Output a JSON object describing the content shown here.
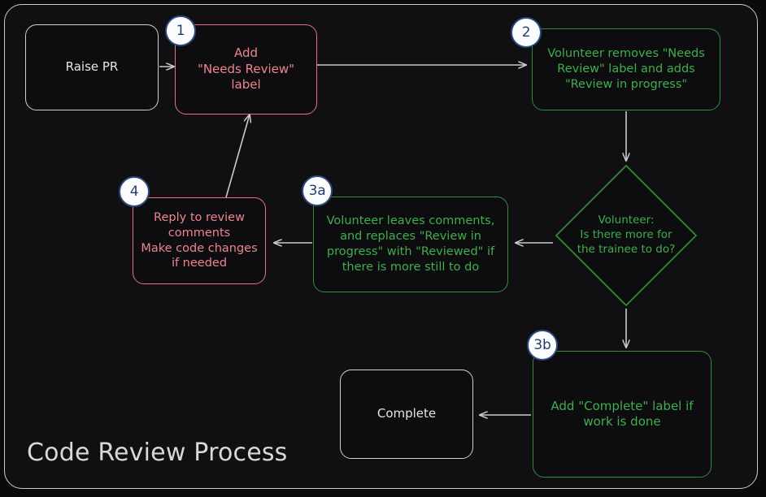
{
  "diagram": {
    "title": "Code Review Process",
    "type": "flowchart",
    "colors": {
      "background": "#0a0a0c",
      "frame_border": "#c9cbcd",
      "neutral": "#cfd1d3",
      "red": "#e8707e",
      "green": "#2f8f3c",
      "badge_fill": "#fbfcfe",
      "badge_border": "#2a4a7f",
      "badge_text": "#243f6e",
      "edge": "#c8cacc"
    },
    "nodes": [
      {
        "id": "raise-pr",
        "label": "Raise PR",
        "shape": "rounded-rect",
        "color": "neutral",
        "badge": null
      },
      {
        "id": "add-needs-review-label",
        "label": "Add\n\"Needs Review\"\nlabel",
        "shape": "rounded-rect",
        "color": "red",
        "badge": "1"
      },
      {
        "id": "volunteer-swaps-labels",
        "label": "Volunteer removes \"Needs Review\" label and adds \"Review in progress\"",
        "shape": "rounded-rect",
        "color": "green",
        "badge": "2"
      },
      {
        "id": "volunteer-decision",
        "label": "Volunteer:\nIs there more for\nthe trainee to do?",
        "shape": "diamond",
        "color": "green",
        "badge": null
      },
      {
        "id": "volunteer-leaves-comments",
        "label": "Volunteer leaves comments, and replaces \"Review in progress\" with \"Reviewed\" if there is more still to do",
        "shape": "rounded-rect",
        "color": "green",
        "badge": "3a"
      },
      {
        "id": "reply-to-review-comments",
        "label": "Reply to review comments\nMake code changes if needed",
        "shape": "rounded-rect",
        "color": "red",
        "badge": "4"
      },
      {
        "id": "add-complete-label",
        "label": "Add \"Complete\" label if work is done",
        "shape": "rounded-rect",
        "color": "green",
        "badge": "3b"
      },
      {
        "id": "complete",
        "label": "Complete",
        "shape": "rounded-rect",
        "color": "neutral",
        "badge": null
      }
    ],
    "node_text": {
      "raise_pr": "Raise PR",
      "add_label_line1": "Add",
      "add_label_line2": "\"Needs Review\"",
      "add_label_line3": "label",
      "volunteer_swap_line1": "Volunteer removes \"Needs",
      "volunteer_swap_line2": "Review\" label and adds",
      "volunteer_swap_line3": "\"Review in progress\"",
      "decision_line1": "Volunteer:",
      "decision_line2": "Is there more for",
      "decision_line3": "the trainee to do?",
      "leaves_comments_line1": "Volunteer leaves comments,",
      "leaves_comments_line2": "and replaces \"Review in",
      "leaves_comments_line3": "progress\" with \"Reviewed\" if",
      "leaves_comments_line4": "there is more still to do",
      "reply_line1": "Reply to review",
      "reply_line2": "comments",
      "reply_line3": "Make code changes",
      "reply_line4": "if needed",
      "complete_label_line1": "Add \"Complete\" label if",
      "complete_label_line2": "work is done",
      "complete": "Complete"
    },
    "badges": {
      "one": "1",
      "two": "2",
      "three_a": "3a",
      "three_b": "3b",
      "four": "4"
    },
    "edges": [
      {
        "from": "raise-pr",
        "to": "add-needs-review-label",
        "label": ""
      },
      {
        "from": "add-needs-review-label",
        "to": "volunteer-swaps-labels",
        "label": ""
      },
      {
        "from": "volunteer-swaps-labels",
        "to": "volunteer-decision",
        "label": ""
      },
      {
        "from": "volunteer-decision",
        "to": "volunteer-leaves-comments",
        "label": ""
      },
      {
        "from": "volunteer-leaves-comments",
        "to": "reply-to-review-comments",
        "label": ""
      },
      {
        "from": "reply-to-review-comments",
        "to": "add-needs-review-label",
        "label": ""
      },
      {
        "from": "volunteer-decision",
        "to": "add-complete-label",
        "label": ""
      },
      {
        "from": "add-complete-label",
        "to": "complete",
        "label": ""
      }
    ]
  }
}
